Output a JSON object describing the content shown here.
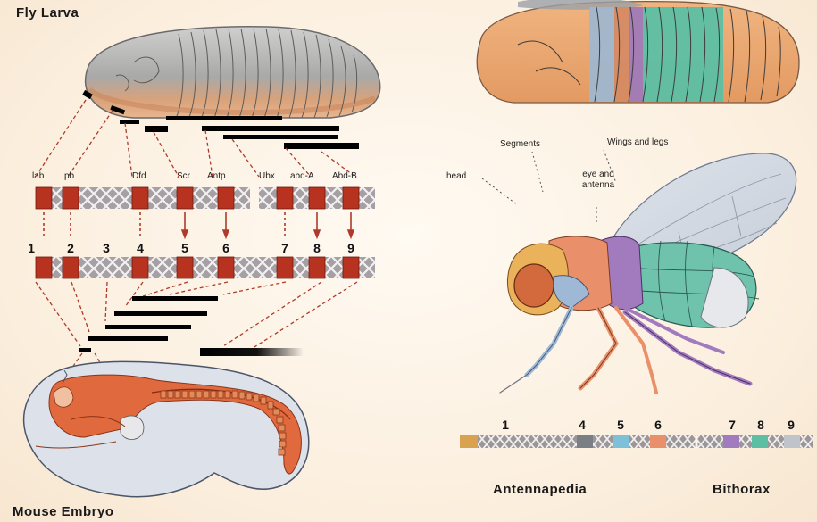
{
  "titles": {
    "fly_larva": "Fly Larva",
    "mouse_embryo": "Mouse Embryo",
    "antennapedia": "Antennapedia",
    "bithorax": "Bithorax"
  },
  "fly_gene_labels": [
    "lab",
    "pb",
    "Dfd",
    "Scr",
    "Antp",
    "Ubx",
    "abd-A",
    "Abd-B"
  ],
  "mouse_gene_numbers": [
    "1",
    "2",
    "3",
    "4",
    "5",
    "6",
    "7",
    "8",
    "9"
  ],
  "fly_body_labels": {
    "head": "head",
    "segments": "Segments",
    "wings_legs": "Wings and legs",
    "eye_antenna": "eye and antenna"
  },
  "bottom_cluster_numbers": [
    "1",
    "4",
    "5",
    "6",
    "7",
    "8",
    "9"
  ],
  "colors": {
    "hox_red": "#b8331f",
    "larva_orange": "#e9a86f",
    "teal": "#5bb8a0",
    "purple": "#9a70b8",
    "blue": "#8fa8c8",
    "dashed_line": "#b03a2a"
  }
}
